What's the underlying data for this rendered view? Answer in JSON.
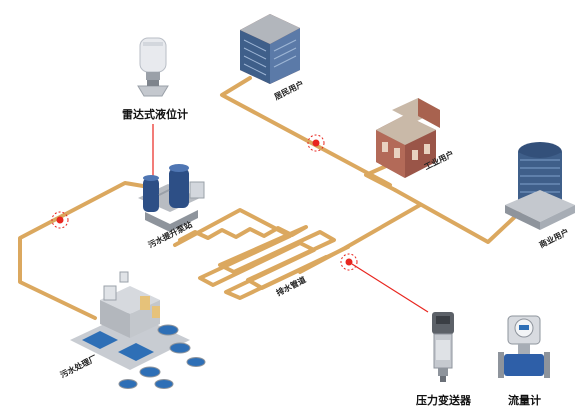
{
  "labels": {
    "radar_level_meter": "雷达式液位计",
    "residential_user": "居民用户",
    "industrial_user": "工业用户",
    "commercial_user": "商业用户",
    "sewage_lift_station": "污水提升泵站",
    "drainage_pipe": "排水管道",
    "sewage_treatment_plant": "污水处理厂",
    "pressure_transmitter": "压力变送器",
    "flow_meter": "流量计"
  },
  "colors": {
    "pipe": "#dba85f",
    "marker": "#e8261f",
    "callout_line": "#e8261f",
    "building_blue": "#3f5f8a",
    "building_brick": "#8a4a3c"
  },
  "icons": {
    "radar": "radar-level-sensor-icon",
    "pressure": "pressure-transmitter-icon",
    "flow": "electromagnetic-flow-meter-icon"
  }
}
